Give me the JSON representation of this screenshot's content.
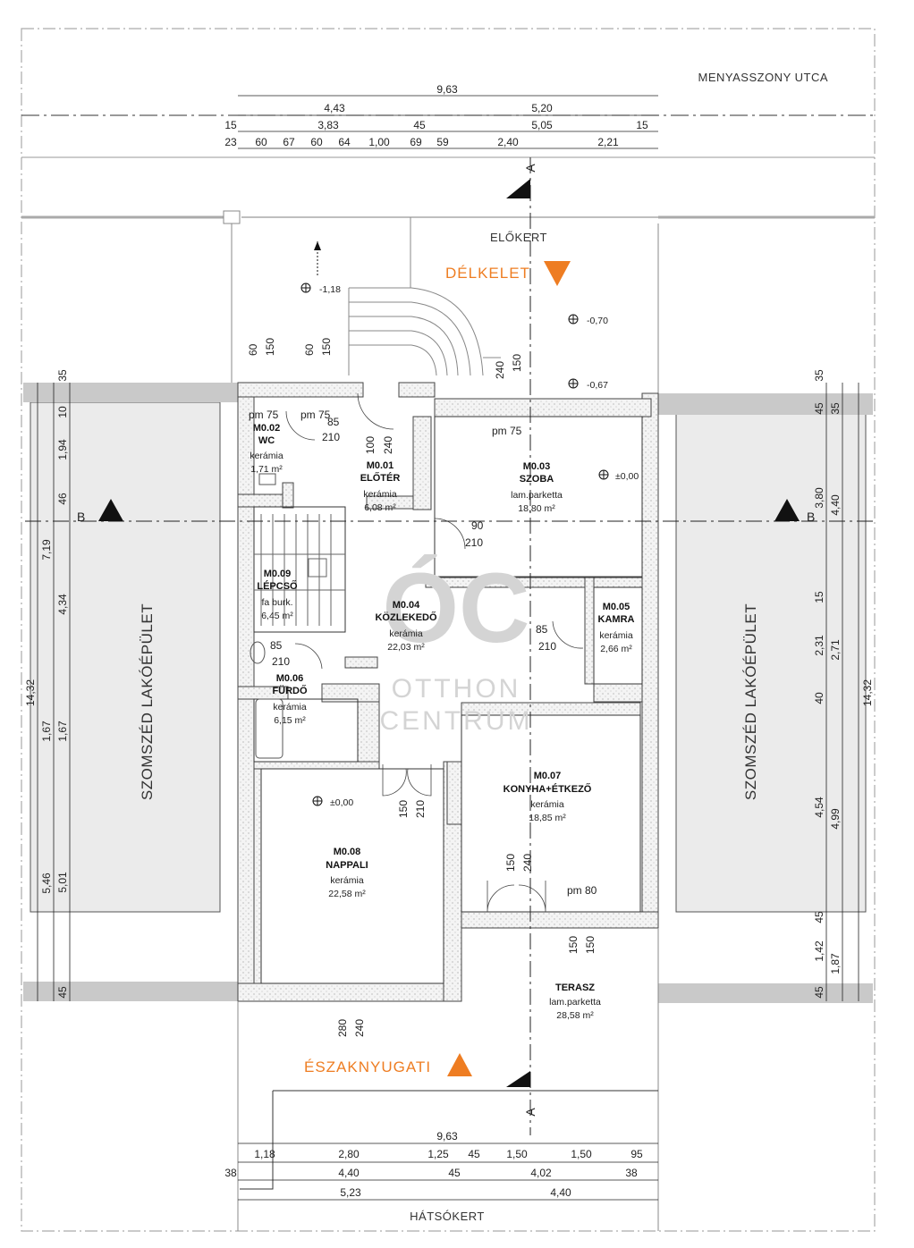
{
  "labels": {
    "street": "MENYASSZONY UTCA",
    "front_garden": "ELŐKERT",
    "back_garden": "HÁTSÓKERT",
    "southeast": "DÉLKELET",
    "northwest": "ÉSZAKNYUGATI",
    "neighbor_left": "SZOMSZÉD LAKÓÉPÜLET",
    "neighbor_right": "SZOMSZÉD LAKÓÉPÜLET",
    "section_a_top": "A",
    "section_a_bottom": "A",
    "section_b_left": "B",
    "section_b_right": "B"
  },
  "watermark": {
    "logo": "ÓC",
    "line1": "OTTHON",
    "line2": "CENTRUM"
  },
  "rooms": {
    "m002": {
      "code": "M0.02",
      "name": "WC",
      "floor": "kerámia",
      "area": "1,71 m²"
    },
    "m001": {
      "code": "M0.01",
      "name": "ELŐTÉR",
      "floor": "kerámia",
      "area": "6,08 m²"
    },
    "m003": {
      "code": "M0.03",
      "name": "SZOBA",
      "floor": "lam.parketta",
      "area": "18,80 m²"
    },
    "m009": {
      "code": "M0.09",
      "name": "LÉPCSŐ",
      "floor": "fa burk.",
      "area": "6,45 m²"
    },
    "m004": {
      "code": "M0.04",
      "name": "KÖZLEKEDŐ",
      "floor": "kerámia",
      "area": "22,03 m²"
    },
    "m005": {
      "code": "M0.05",
      "name": "KAMRA",
      "floor": "kerámia",
      "area": "2,66 m²"
    },
    "m006": {
      "code": "M0.06",
      "name": "FÜRDŐ",
      "floor": "kerámia",
      "area": "6,15 m²"
    },
    "m007": {
      "code": "M0.07",
      "name": "KONYHA+ÉTKEZŐ",
      "floor": "kerámia",
      "area": "18,85 m²"
    },
    "m008": {
      "code": "M0.08",
      "name": "NAPPALI",
      "floor": "kerámia",
      "area": "22,58 m²"
    },
    "terasz": {
      "code": "",
      "name": "TERASZ",
      "floor": "lam.parketta",
      "area": "28,58 m²"
    }
  },
  "levels": {
    "l1": "-1,18",
    "l2": "-0,70",
    "l3": "-0,67",
    "l4": "±0,00",
    "l5": "±0,00"
  },
  "top_dims": {
    "row1": [
      "9,63"
    ],
    "row2": [
      "4,43",
      "5,20"
    ],
    "row3": [
      "15",
      "3,83",
      "45",
      "5,05",
      "15"
    ],
    "row4": [
      "23",
      "60",
      "67",
      "60",
      "64",
      "1,00",
      "69",
      "59",
      "2,40",
      "2,21"
    ]
  },
  "bottom_dims": {
    "row1": [
      "9,63"
    ],
    "row2": [
      "1,18",
      "2,80",
      "1,25",
      "45",
      "1,50",
      "1,50",
      "95"
    ],
    "row3": [
      "38",
      "4,40",
      "45",
      "4,02",
      "38"
    ],
    "row4": [
      "5,23",
      "4,40"
    ]
  },
  "left_dims": {
    "outer": [
      "14,32"
    ],
    "mid": [
      "7,19",
      "5,46"
    ],
    "inner": [
      "35",
      "10",
      "1,94",
      "46",
      "4,34",
      "1,67",
      "5,01",
      "45"
    ],
    "inner2": [
      "1,67"
    ]
  },
  "right_dims": {
    "outer": [
      "14,32"
    ],
    "mid": [
      "4,40",
      "2,71",
      "4,99",
      "1,87"
    ],
    "inner": [
      "35",
      "45",
      "3,80",
      "15",
      "2,31",
      "40",
      "4,54",
      "45",
      "1,42",
      "45"
    ],
    "inner2": [
      "35"
    ]
  },
  "openings": {
    "o1": "60",
    "o2": "150",
    "o3": "60",
    "o4": "150",
    "o5": "240",
    "o6": "150",
    "o7": "pm 75",
    "o8": "pm 75",
    "o9": "85",
    "o10": "210",
    "o11": "100",
    "o12": "240",
    "o13": "pm 75",
    "o14": "90",
    "o15": "210",
    "o16": "85",
    "o17": "210",
    "o18": "85",
    "o19": "210",
    "o20": "150",
    "o21": "210",
    "o22": "150",
    "o23": "240",
    "o24": "pm 80",
    "o25": "150",
    "o26": "150",
    "o27": "280",
    "o28": "240"
  }
}
